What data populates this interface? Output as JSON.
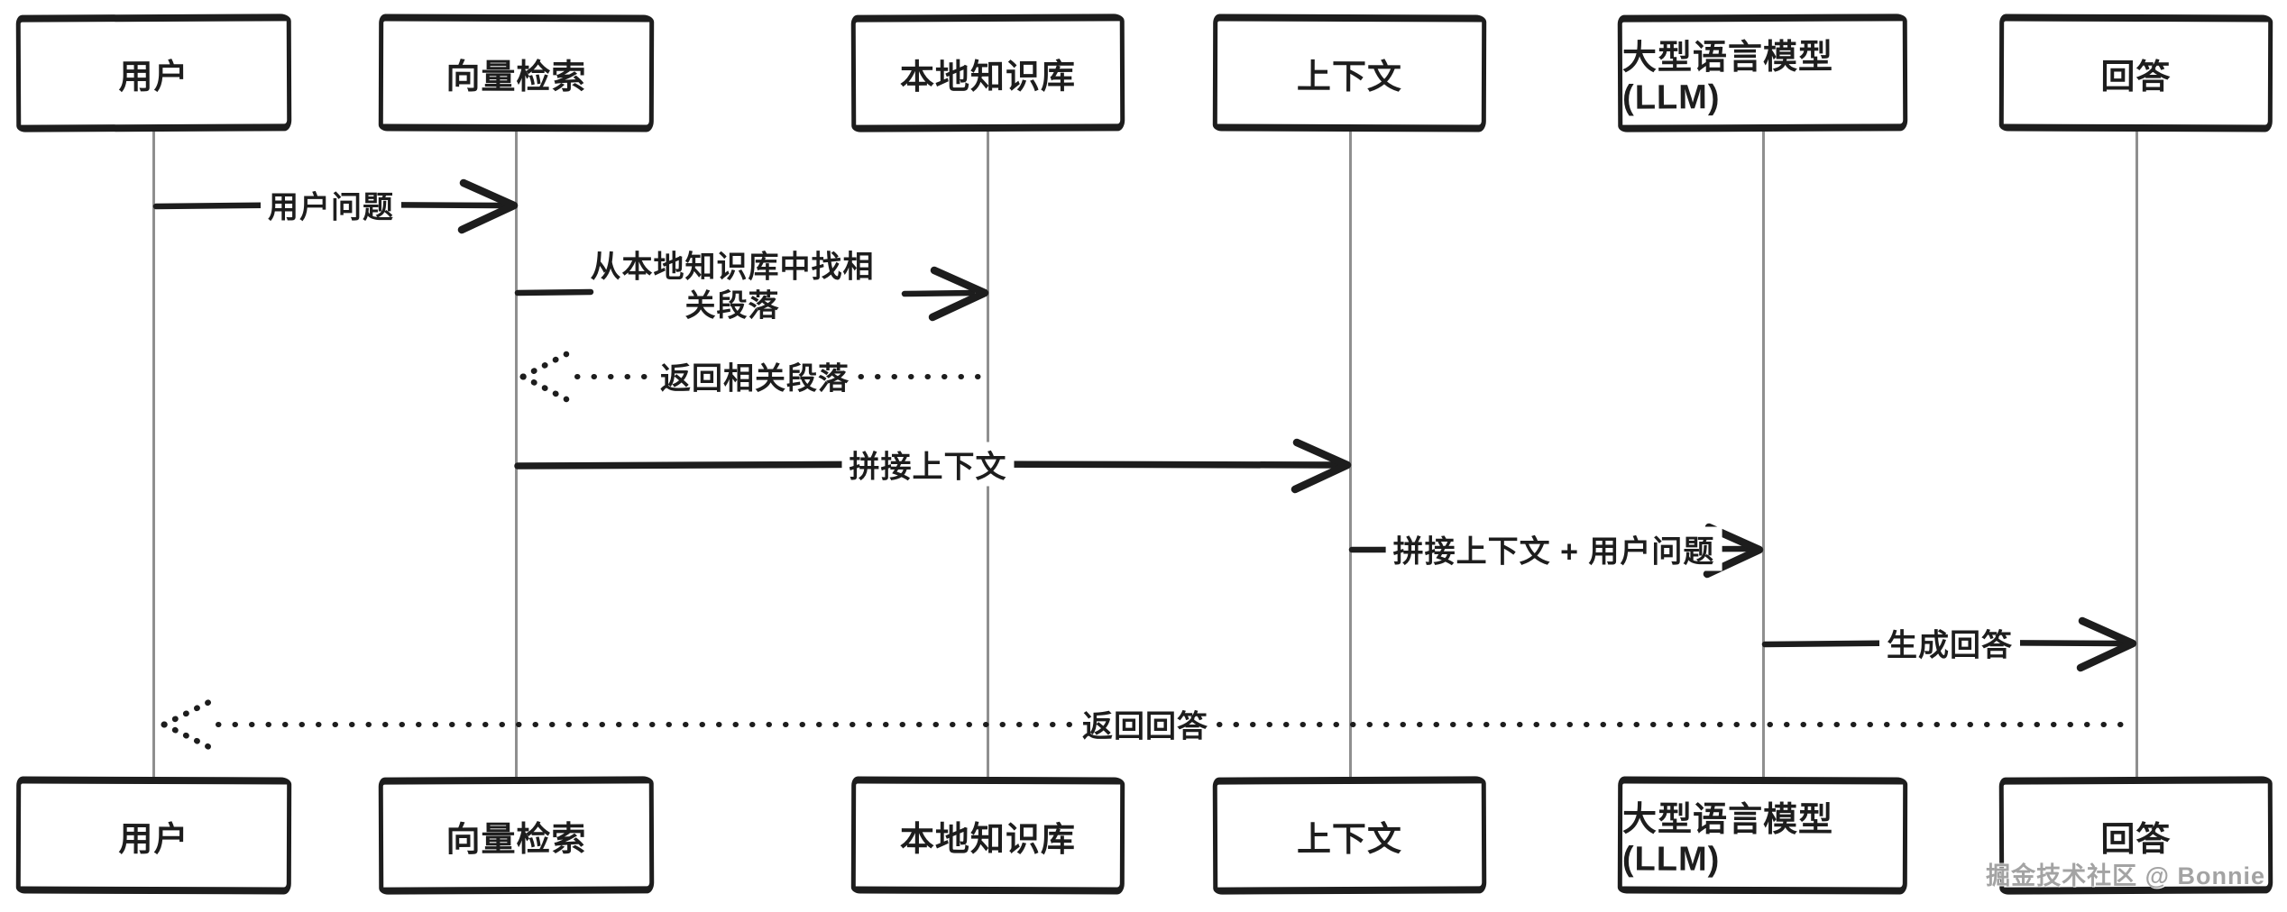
{
  "diagram": {
    "type": "sequence-diagram",
    "participants": [
      {
        "id": "user",
        "label": "用户"
      },
      {
        "id": "vector-search",
        "label": "向量检索"
      },
      {
        "id": "local-knowledge-base",
        "label": "本地知识库"
      },
      {
        "id": "context",
        "label": "上下文"
      },
      {
        "id": "llm",
        "label": "大型语言模型(LLM)"
      },
      {
        "id": "answer",
        "label": "回答"
      }
    ],
    "messages": [
      {
        "from": "用户",
        "to": "向量检索",
        "label": "用户问题",
        "line": "solid"
      },
      {
        "from": "向量检索",
        "to": "本地知识库",
        "label": "从本地知识库中找相关段落",
        "line": "solid"
      },
      {
        "from": "本地知识库",
        "to": "向量检索",
        "label": "返回相关段落",
        "line": "dotted"
      },
      {
        "from": "向量检索",
        "to": "上下文",
        "label": "拼接上下文",
        "line": "solid"
      },
      {
        "from": "上下文",
        "to": "大型语言模型(LLM)",
        "label": "拼接上下文 + 用户问题",
        "line": "solid"
      },
      {
        "from": "大型语言模型(LLM)",
        "to": "回答",
        "label": "生成回答",
        "line": "solid"
      },
      {
        "from": "回答",
        "to": "用户",
        "label": "返回回答",
        "line": "dotted"
      }
    ],
    "watermark": "掘金技术社区 @ Bonnie"
  },
  "colors": {
    "ink": "#1d1d1d",
    "lifeline": "#8f8f8f",
    "background": "#ffffff",
    "watermark": "#a3a3a3"
  }
}
